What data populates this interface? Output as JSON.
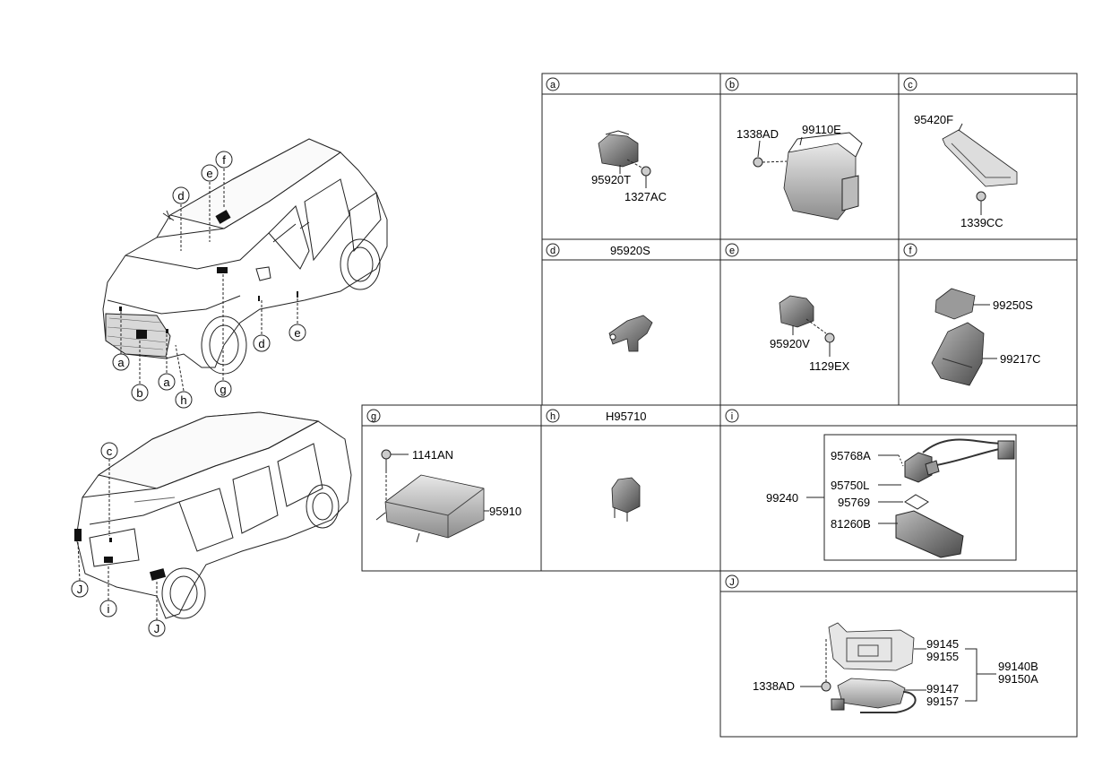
{
  "overview": {
    "front_callouts": [
      {
        "letter": "a"
      },
      {
        "letter": "b"
      },
      {
        "letter": "a"
      },
      {
        "letter": "h"
      },
      {
        "letter": "g"
      },
      {
        "letter": "d"
      },
      {
        "letter": "e"
      },
      {
        "letter": "d"
      },
      {
        "letter": "e"
      },
      {
        "letter": "f"
      }
    ],
    "rear_callouts": [
      {
        "letter": "c"
      },
      {
        "letter": "J"
      },
      {
        "letter": "i"
      },
      {
        "letter": "J"
      }
    ]
  },
  "panels": {
    "a": {
      "letter": "a",
      "header_part": "",
      "parts": [
        "95920T",
        "1327AC"
      ]
    },
    "b": {
      "letter": "b",
      "header_part": "",
      "parts": [
        "1338AD",
        "99110E"
      ]
    },
    "c": {
      "letter": "c",
      "header_part": "",
      "parts": [
        "95420F",
        "1339CC"
      ]
    },
    "d": {
      "letter": "d",
      "header_part": "95920S",
      "parts": []
    },
    "e": {
      "letter": "e",
      "header_part": "",
      "parts": [
        "95920V",
        "1129EX"
      ]
    },
    "f": {
      "letter": "f",
      "header_part": "",
      "parts": [
        "99250S",
        "99217C"
      ]
    },
    "g": {
      "letter": "g",
      "header_part": "",
      "parts": [
        "1141AN",
        "95910"
      ]
    },
    "h": {
      "letter": "h",
      "header_part": "H95710",
      "parts": []
    },
    "i": {
      "letter": "i",
      "header_part": "",
      "assembly": "99240",
      "parts": [
        "95768A",
        "95750L",
        "95769",
        "81260B"
      ]
    },
    "J": {
      "letter": "J",
      "header_part": "",
      "parts": [
        "99145",
        "99155",
        "99140B",
        "99150A",
        "1338AD",
        "99147",
        "99157"
      ]
    }
  }
}
